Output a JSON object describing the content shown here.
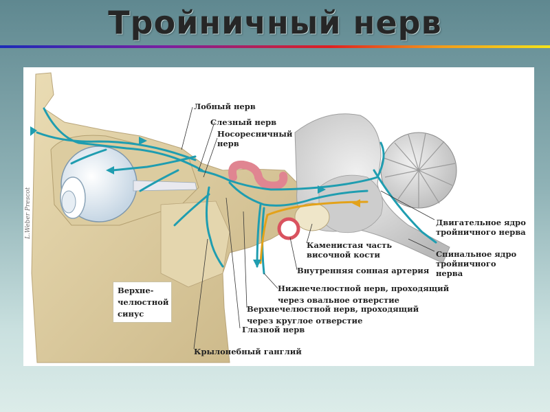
{
  "title": "Тройничный нерв",
  "signature": "L.Weber Prescot",
  "colors": {
    "nerve": "#1f9db0",
    "motor_arrow": "#e3a21a",
    "bone": "#d8c89d",
    "brain": "#d4d4d4",
    "artery": "#e07d86",
    "leader_line": "#333333"
  },
  "labels": {
    "frontal_nerve": "Лобный нерв",
    "lacrimal_nerve": "Слезный нерв",
    "nasociliary_nerve": "Носоресничный нерв",
    "motor_nucleus": "Двигательное ядро тройничного нерва",
    "spinal_nucleus": "Спинальное ядро тройничного нерва",
    "petrous_part": "Каменистая часть височной кости",
    "internal_carotid": "Внутренняя сонная артерия",
    "mandibular_nerve": "Нижнечелюстной нерв, проходящий через овальное отверстие",
    "maxillary_nerve": "Верхнечелюстной нерв, проходящий через круглое отверстие",
    "ophthalmic_nerve": "Глазной нерв",
    "pterygopalatine_ganglion": "Крылонебный ганглий",
    "maxillary_sinus": "Верхне-челюстной синус"
  }
}
